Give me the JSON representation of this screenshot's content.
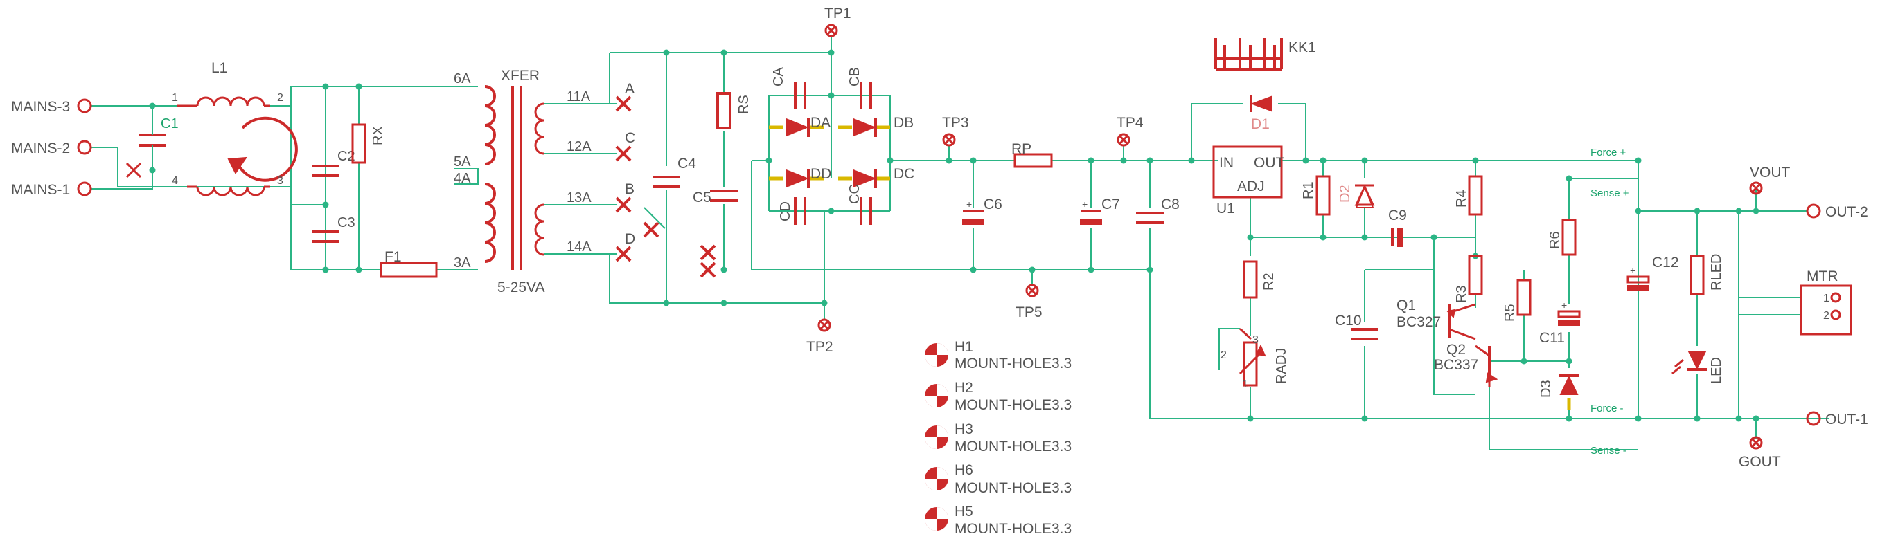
{
  "connectors": {
    "mains3": "MAINS-3",
    "mains2": "MAINS-2",
    "mains1": "MAINS-1",
    "out2": "OUT-2",
    "out1": "OUT-1"
  },
  "components": {
    "l1": "L1",
    "l1_pin1": "1",
    "l1_pin2": "2",
    "l1_pin3": "3",
    "l1_pin4": "4",
    "c1": "C1",
    "c2": "C2",
    "c3": "C3",
    "rx": "RX",
    "f1": "F1",
    "xfer": "XFER",
    "xfer_rating": "5-25VA",
    "tap_6a": "6A",
    "tap_5a": "5A",
    "tap_4a": "4A",
    "tap_3a": "3A",
    "tap_11a": "11A",
    "tap_12a": "12A",
    "tap_13a": "13A",
    "tap_14a": "14A",
    "sel_a": "A",
    "sel_b": "B",
    "sel_c": "C",
    "sel_d": "D",
    "c4": "C4",
    "c5": "C5",
    "rs": "RS",
    "ca": "CA",
    "cb": "CB",
    "cc": "CC",
    "cd": "CD",
    "da": "DA",
    "db": "DB",
    "dc": "DC",
    "dd": "DD",
    "tp1": "TP1",
    "tp2": "TP2",
    "tp3": "TP3",
    "tp4": "TP4",
    "tp5": "TP5",
    "rp": "RP",
    "c6": "C6",
    "c7": "C7",
    "c8": "C8",
    "kk1": "KK1",
    "d1": "D1",
    "u1": "U1",
    "u1_in": "IN",
    "u1_out": "OUT",
    "u1_adj": "ADJ",
    "r1": "R1",
    "d2": "D2",
    "c9": "C9",
    "r2": "R2",
    "radj": "RADJ",
    "radj_pin1": "1",
    "radj_pin2": "2",
    "radj_pin3": "3",
    "c10": "C10",
    "r3": "R3",
    "r4": "R4",
    "r5": "R5",
    "r6": "R6",
    "q1": "Q1",
    "q1_type": "BC327",
    "q2": "Q2",
    "q2_type": "BC337",
    "d3": "D3",
    "c11": "C11",
    "c12": "C12",
    "rled": "RLED",
    "led": "LED",
    "vout": "VOUT",
    "gout": "GOUT",
    "mtr": "MTR",
    "mtr_pin1": "1",
    "mtr_pin2": "2"
  },
  "nets": {
    "force_plus": "Force +",
    "sense_plus": "Sense +",
    "force_minus": "Force -",
    "sense_minus": "Sense -"
  },
  "mount_holes": [
    {
      "ref": "H1",
      "value": "MOUNT-HOLE3.3"
    },
    {
      "ref": "H2",
      "value": "MOUNT-HOLE3.3"
    },
    {
      "ref": "H3",
      "value": "MOUNT-HOLE3.3"
    },
    {
      "ref": "H6",
      "value": "MOUNT-HOLE3.3"
    },
    {
      "ref": "H5",
      "value": "MOUNT-HOLE3.3"
    }
  ],
  "colors": {
    "wire": "#2bb585",
    "part": "#cc2a2a",
    "label": "#555555",
    "net_label": "#1aa36b",
    "pad_highlight": "#d9b800"
  }
}
